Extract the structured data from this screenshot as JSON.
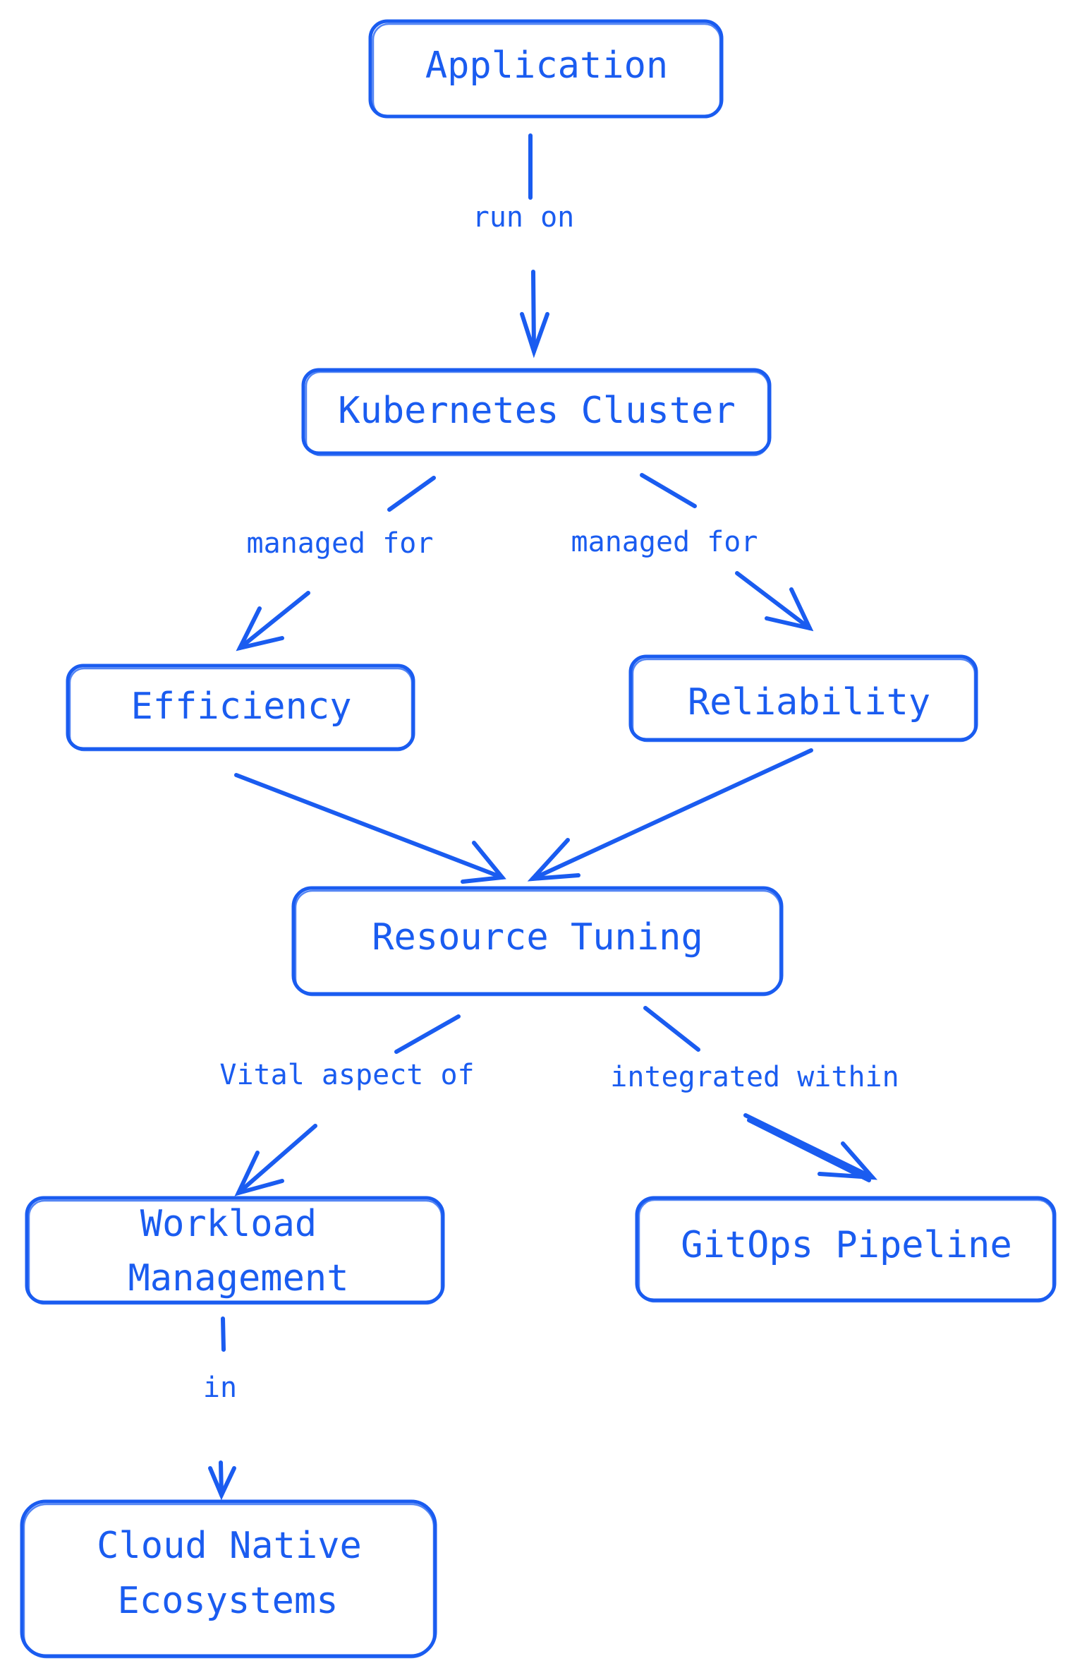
{
  "diagram": {
    "color": "#1a5cf0",
    "nodes": {
      "application": "Application",
      "kubernetes_cluster": "Kubernetes Cluster",
      "efficiency": "Efficiency",
      "reliability": "Reliability",
      "resource_tuning": "Resource Tuning",
      "workload_management_line1": "Workload",
      "workload_management_line2": "Management",
      "gitops_pipeline": "GitOps Pipeline",
      "cloud_native_line1": "Cloud Native",
      "cloud_native_line2": "Ecosystems"
    },
    "edges": {
      "app_to_cluster": "run on",
      "cluster_to_efficiency": "managed for",
      "cluster_to_reliability": "managed for",
      "tuning_to_workload": "Vital aspect of",
      "tuning_to_gitops": "integrated within",
      "workload_to_cloud": "in"
    }
  }
}
